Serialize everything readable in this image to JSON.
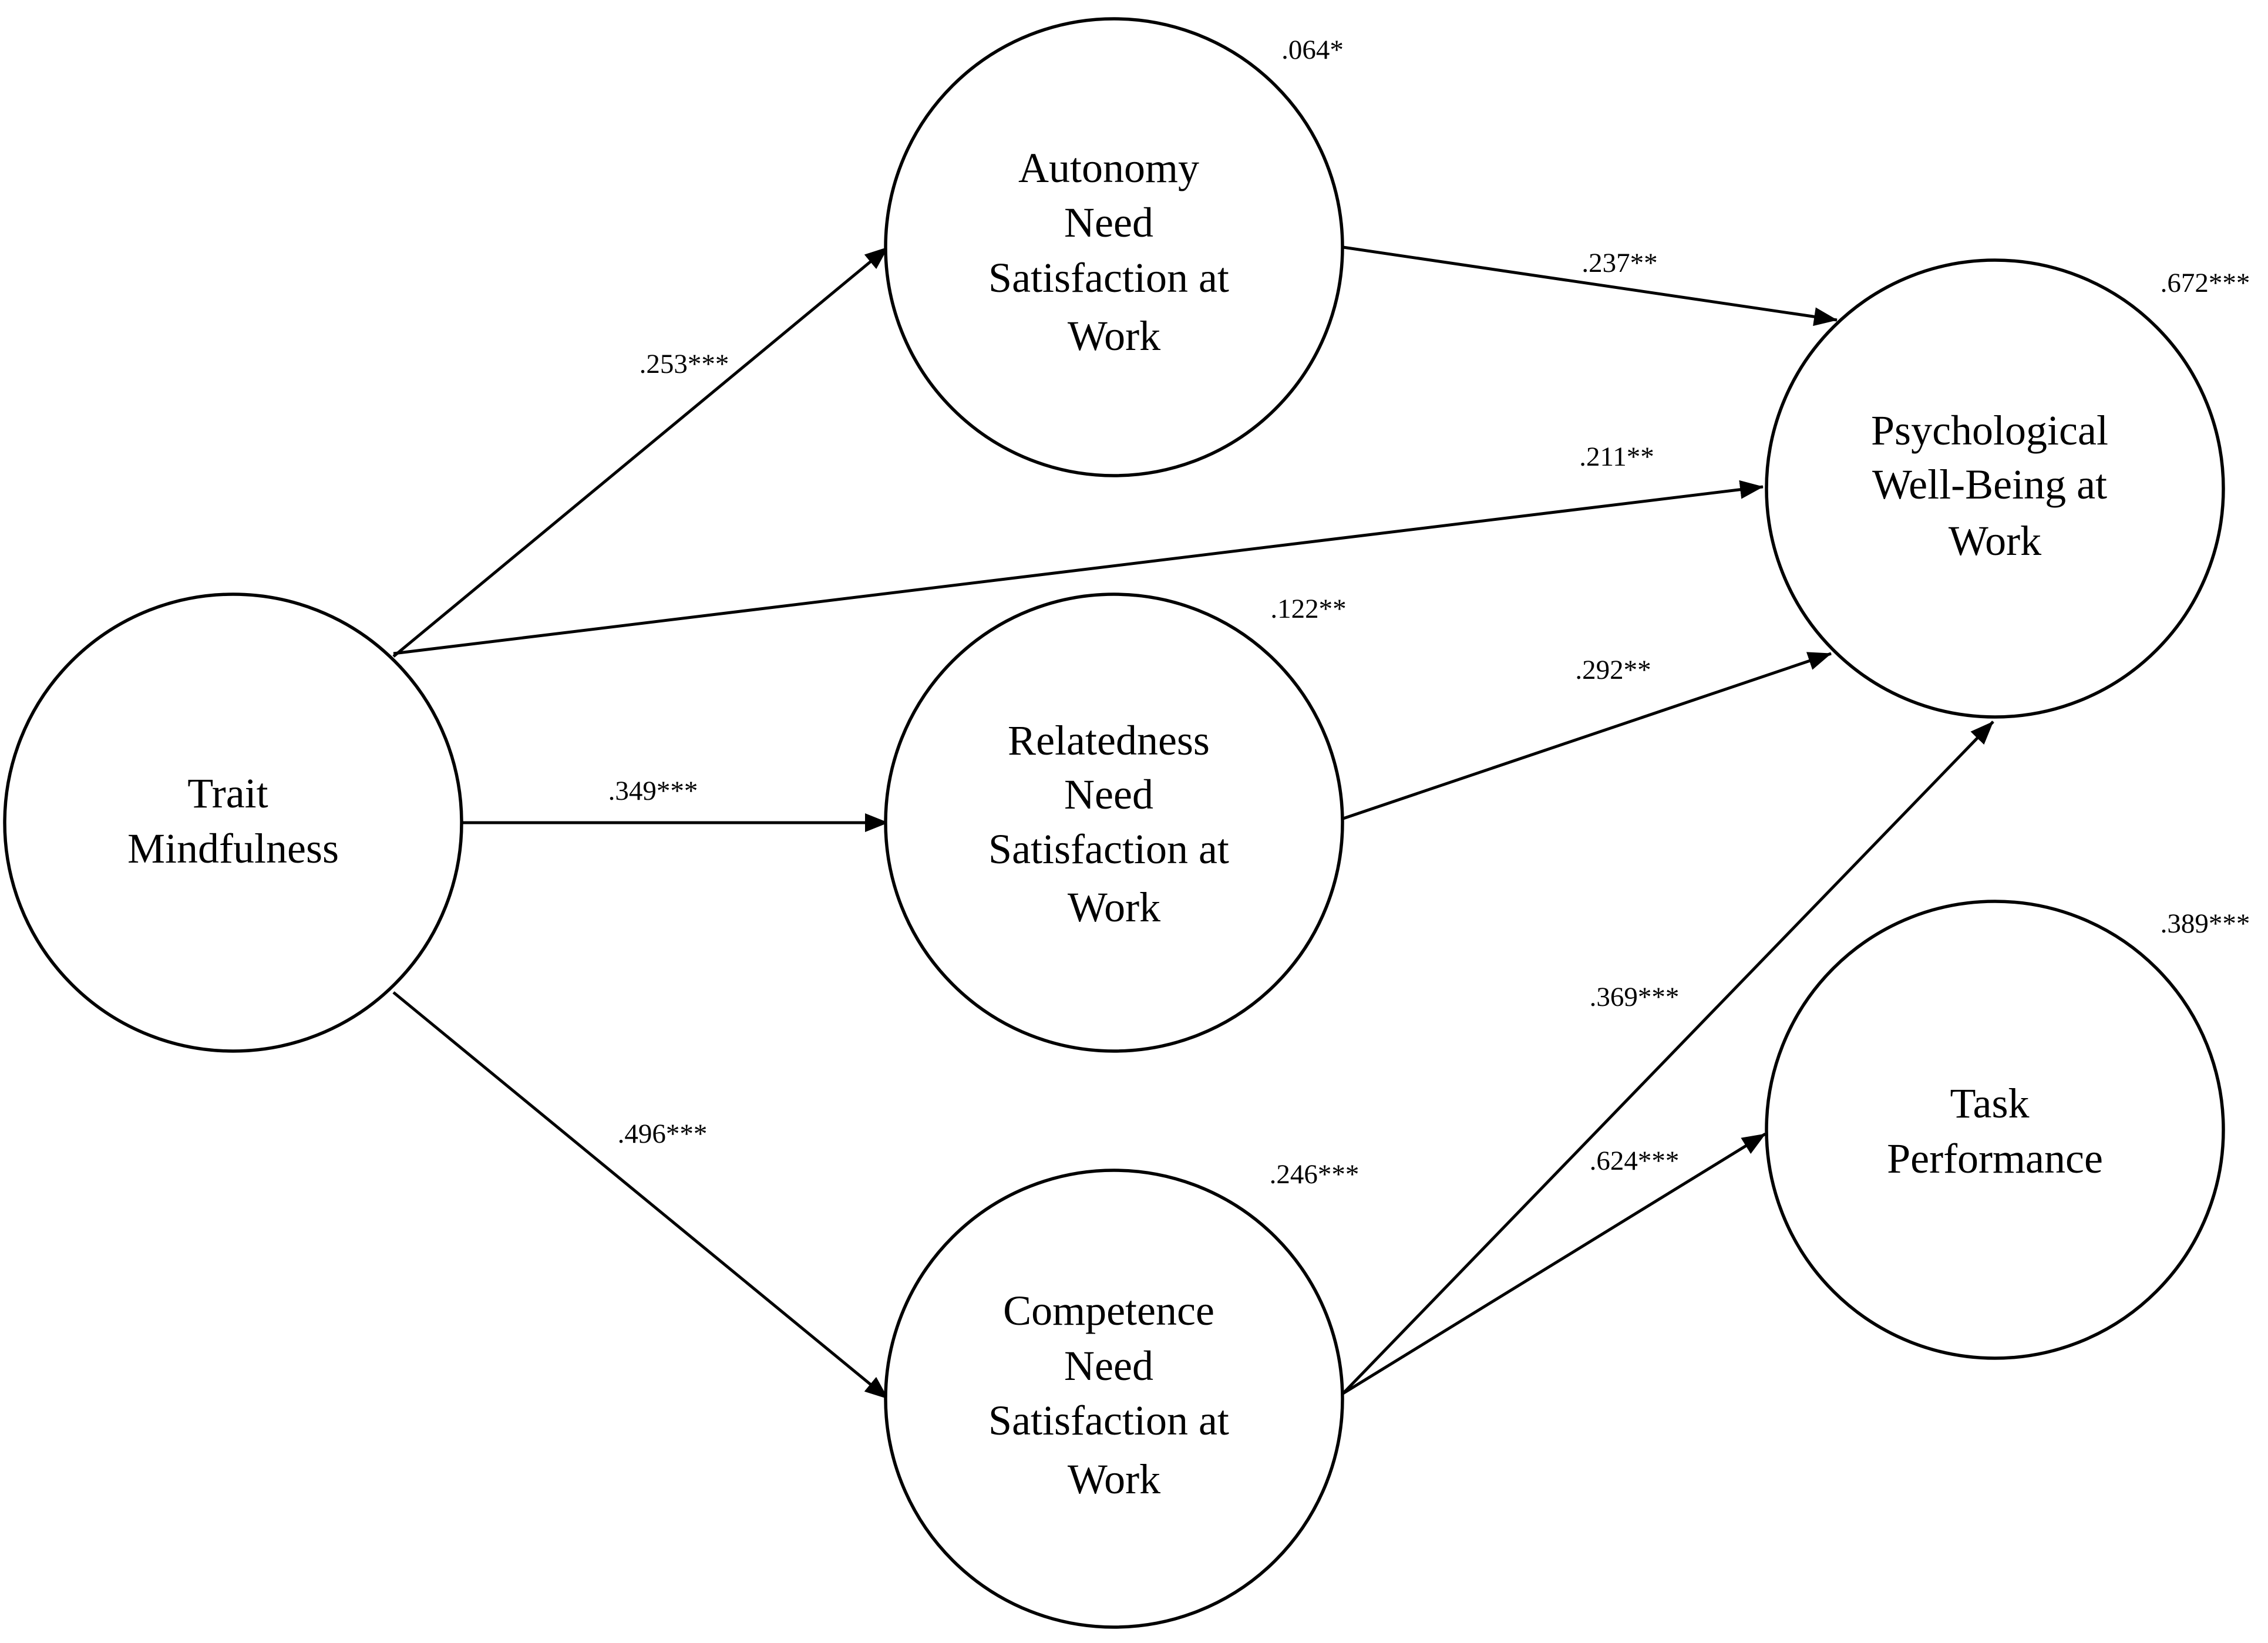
{
  "nodes": {
    "trait": {
      "lines": [
        "Trait",
        "Mindfulness"
      ]
    },
    "autonomy": {
      "lines": [
        "Autonomy",
        "Need",
        "Satisfaction at",
        "Work"
      ],
      "r2": ".064*"
    },
    "relatedness": {
      "lines": [
        "Relatedness",
        "Need",
        "Satisfaction at",
        "Work"
      ],
      "r2": ".122**"
    },
    "competence": {
      "lines": [
        "Competence",
        "Need",
        "Satisfaction at",
        "Work"
      ],
      "r2": ".246***"
    },
    "wellbeing": {
      "lines": [
        "Psychological",
        "Well-Being at",
        "Work"
      ],
      "r2": ".672***"
    },
    "task": {
      "lines": [
        "Task",
        "Performance"
      ],
      "r2": ".389***"
    }
  },
  "edges": {
    "trait_autonomy": ".253***",
    "trait_relatedness": ".349***",
    "trait_competence": ".496***",
    "trait_wellbeing": ".211**",
    "autonomy_wellbeing": ".237**",
    "relatedness_wellbeing": ".292**",
    "competence_wellbeing": ".369***",
    "competence_task": ".624***"
  },
  "colors": {
    "stroke": "#000000",
    "background": "#ffffff"
  }
}
